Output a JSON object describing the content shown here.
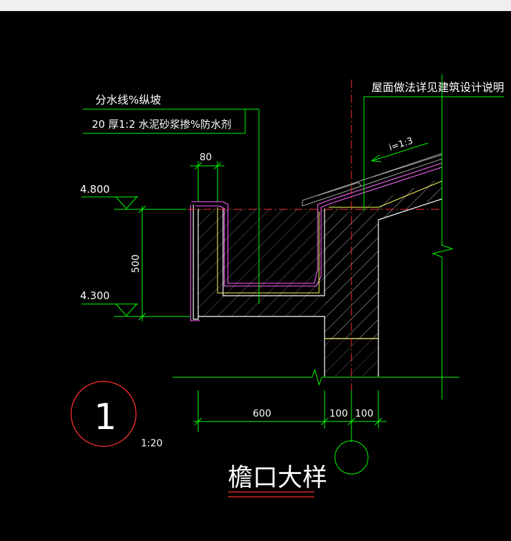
{
  "annotations": {
    "roof_note": "屋面做法详见建筑设计说明",
    "drain_line": "分水线%纵坡",
    "mortar_note": "20  厚1:2  水泥砂浆掺%防水剂",
    "slope": "i=1:3"
  },
  "dimensions": {
    "top_width": "80",
    "height": "500",
    "width_600": "600",
    "width_100_a": "100",
    "width_100_b": "100"
  },
  "elevations": {
    "top": "4.800",
    "bottom": "4.300"
  },
  "detail": {
    "number": "1",
    "scale": "1:20",
    "title": "檐口大样"
  },
  "colors": {
    "background": "#000000",
    "lines": "#00ff00",
    "outline": "#ffffff",
    "waterproof": "#ff66ff",
    "axis": "#ff0000",
    "mortar": "#ffff00"
  }
}
